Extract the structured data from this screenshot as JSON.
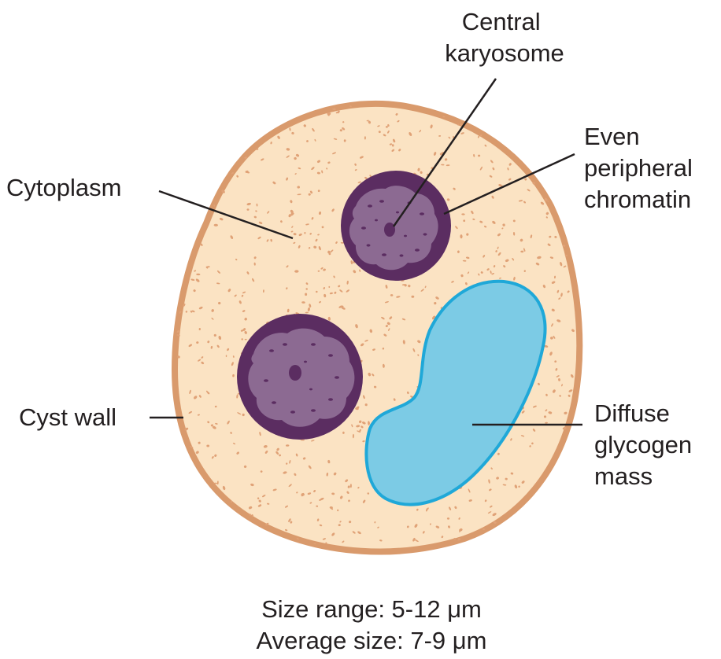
{
  "labels": {
    "central_karyosome": [
      "Central",
      "karyosome"
    ],
    "even_peripheral_chromatin": [
      "Even",
      "peripheral",
      "chromatin"
    ],
    "cytoplasm": "Cytoplasm",
    "cyst_wall": "Cyst wall",
    "diffuse_glycogen_mass": [
      "Diffuse",
      "glycogen",
      "mass"
    ]
  },
  "caption": {
    "size_range": "Size range: 5-12 μm",
    "average_size": "Average size: 7-9 μm"
  },
  "colors": {
    "cytoplasm_fill": "#fbe3c3",
    "cyst_wall": "#d99a6c",
    "speckle": "#e0a277",
    "nucleus_outer": "#5b2d61",
    "nucleus_inner": "#8c6a92",
    "glycogen_fill": "#7ccbe5",
    "glycogen_stroke": "#1fa8d8"
  }
}
